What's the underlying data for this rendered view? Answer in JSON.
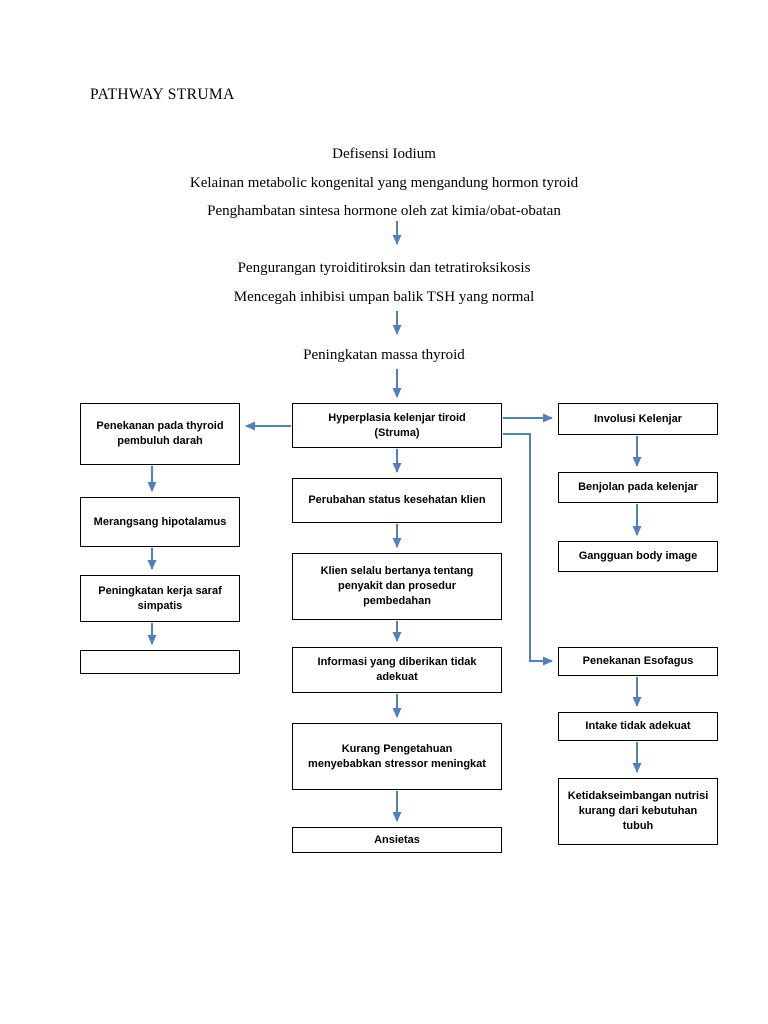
{
  "header": {
    "title": "PATHWAY STRUMA"
  },
  "intro": {
    "lines": [
      "Defisensi Iodium",
      "Kelainan metabolic kongenital yang mengandung hormon tyroid",
      "Penghambatan sintesa hormone oleh zat kimia/obat-obatan",
      "Pengurangan tyroiditiroksin dan tetratiroksikosis",
      "Mencegah inhibisi umpan balik TSH yang normal",
      "Peningkatan massa thyroid"
    ]
  },
  "flowchart": {
    "center": [
      {
        "label": "Hyperplasia kelenjar tiroid (Struma)"
      },
      {
        "label": "Perubahan status kesehatan klien"
      },
      {
        "label": "Klien selalu bertanya tentang penyakit dan prosedur pembedahan"
      },
      {
        "label": "Informasi yang diberikan tidak adekuat"
      },
      {
        "label": "Kurang Pengetahuan menyebabkan stressor meningkat"
      },
      {
        "label": "Ansietas"
      }
    ],
    "left": [
      {
        "label": "Penekanan pada thyroid pembuluh darah"
      },
      {
        "label": "Merangsang hipotalamus"
      },
      {
        "label": "Peningkatan kerja saraf simpatis"
      },
      {
        "label": ""
      }
    ],
    "right": [
      {
        "label": "Involusi Kelenjar"
      },
      {
        "label": "Benjolan pada kelenjar"
      },
      {
        "label": "Gangguan body image"
      },
      {
        "label": "Penekanan Esofagus"
      },
      {
        "label": "Intake tidak adekuat"
      },
      {
        "label": "Ketidakseimbangan nutrisi kurang dari kebutuhan tubuh"
      }
    ]
  },
  "colors": {
    "arrow": "#4f81bd",
    "box_border": "#000000",
    "background": "#ffffff"
  }
}
